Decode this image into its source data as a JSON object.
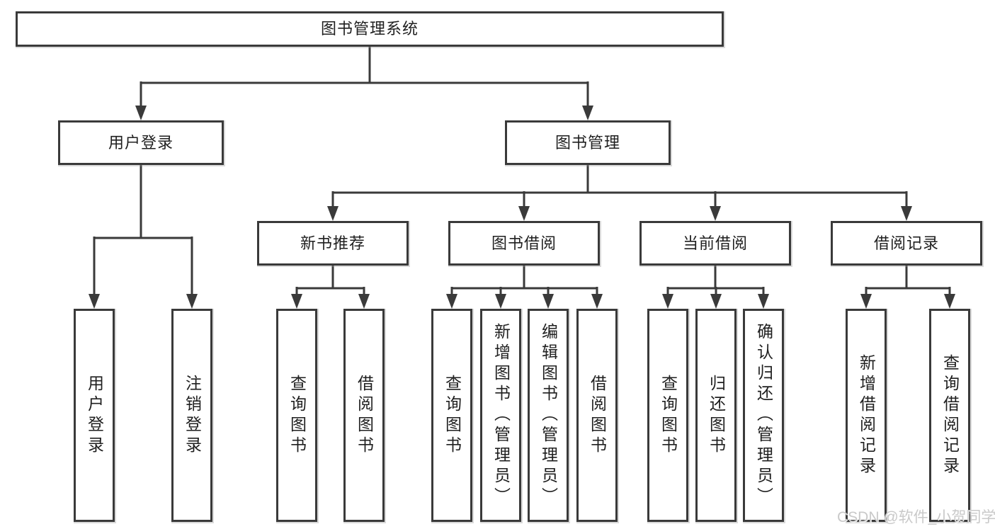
{
  "nodes": {
    "root": "图书管理系统",
    "user_login_branch": {
      "label": "用户登录",
      "children": [
        "用户登录",
        "注销登录"
      ]
    },
    "book_mgmt_branch": {
      "label": "图书管理",
      "children": [
        {
          "label": "新书推荐",
          "children": [
            "查询图书",
            "借阅图书"
          ]
        },
        {
          "label": "图书借阅",
          "children": [
            "查询图书",
            "新增图书（管理员）",
            "编辑图书（管理员）",
            "借阅图书"
          ]
        },
        {
          "label": "当前借阅",
          "children": [
            "查询图书",
            "归还图书",
            "确认归还（管理员）"
          ]
        },
        {
          "label": "借阅记录",
          "children": [
            "新增借阅记录",
            "查询借阅记录"
          ]
        }
      ]
    }
  },
  "watermark": "CSDN @软件_小贺同学",
  "colors": {
    "line": "#3a3a3a",
    "box_border": "#3a3a3a",
    "text": "#1f1f1f",
    "background": "#ffffff",
    "watermark": "#c9c9c9"
  }
}
